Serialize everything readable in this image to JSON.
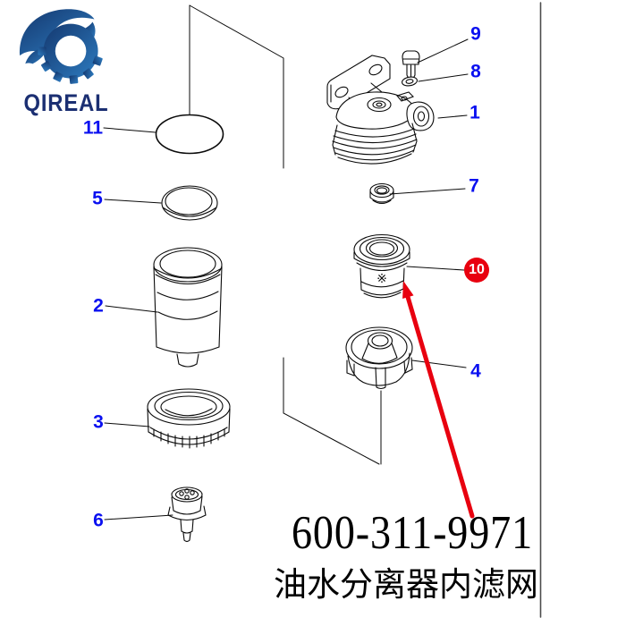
{
  "brand": {
    "name": "QIREAL"
  },
  "colors": {
    "callout_blue": "#0a10f0",
    "highlight_red": "#e8000f",
    "drawing_line": "#0a0a0a",
    "panel_line": "#4d4d4d",
    "logo_navy": "#1b2f72",
    "logo_blue": "#2e7cc0"
  },
  "callouts": {
    "n1": {
      "label": "1"
    },
    "n2": {
      "label": "2"
    },
    "n3": {
      "label": "3"
    },
    "n4": {
      "label": "4"
    },
    "n5": {
      "label": "5"
    },
    "n6": {
      "label": "6"
    },
    "n7": {
      "label": "7"
    },
    "n8": {
      "label": "8"
    },
    "n9": {
      "label": "9"
    },
    "n10": {
      "label": "10"
    },
    "n11": {
      "label": "11"
    }
  },
  "diagram": {
    "element_mark": "※"
  },
  "footer": {
    "part_number": "600-311-9971",
    "caption": "油水分离器内滤网"
  }
}
